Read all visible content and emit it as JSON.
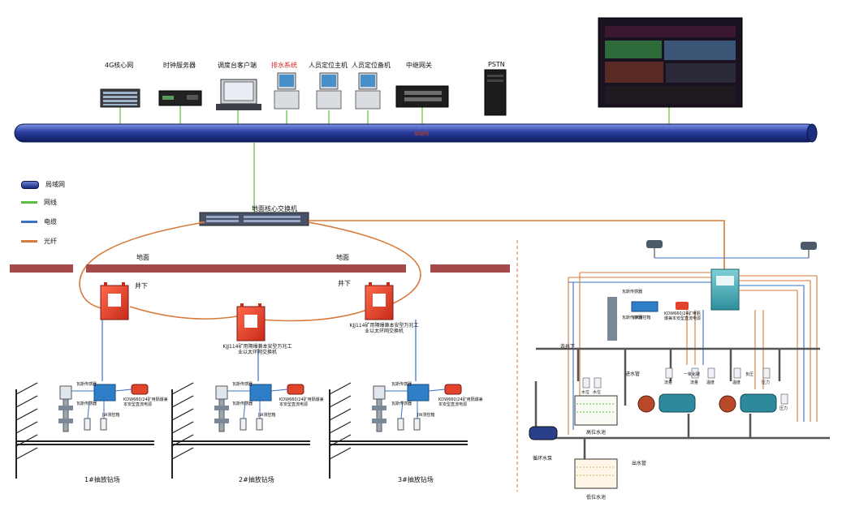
{
  "top_devices": [
    {
      "label": "4G核心网",
      "icon": "server-rack-icon"
    },
    {
      "label": "时钟服务器",
      "icon": "server-icon"
    },
    {
      "label": "调度台客户端",
      "icon": "laptop-icon"
    },
    {
      "label": "排水系统",
      "icon": "monitor-icon",
      "highlight": true
    },
    {
      "label": "人员定位主机",
      "icon": "monitor-icon"
    },
    {
      "label": "人员定位备机",
      "icon": "monitor-icon"
    },
    {
      "label": "中继网关",
      "icon": "switch-icon"
    },
    {
      "label": "PSTN",
      "icon": "tower-server-icon"
    }
  ],
  "bus_label": "局域网",
  "core_switch_label": "地面核心交换机",
  "legend": [
    {
      "label": "局域网",
      "kind": "lan",
      "color": "#2b3f9e"
    },
    {
      "label": "网线",
      "kind": "ethernet",
      "color": "#5cbf3f"
    },
    {
      "label": "电缆",
      "kind": "cable",
      "color": "#3a6fc2"
    },
    {
      "label": "光纤",
      "kind": "fiber",
      "color": "#d77a3a"
    }
  ],
  "ground_labels": [
    "地面",
    "地面"
  ],
  "underground_labels": [
    "井下",
    "井下"
  ],
  "underground_switch_label": "KJJ114矿用隔爆兼本安型万兆工业以太环网交换机",
  "site_small_labels": [
    "瓦斯传感器",
    "瓦斯传感器",
    "JW测控箱",
    "KDW660/24矿用隔爆兼本安型直流电源"
  ],
  "drill_sites": [
    "1#抽放钻场",
    "2#抽放钻场",
    "3#抽放钻场"
  ],
  "drainage": {
    "down_label": "去井下",
    "inlet_label": "进水管",
    "outlet_label": "出水管",
    "high_tank": "高位水池",
    "low_tank": "低位水池",
    "pump_label": "循环水泵",
    "box_labels": [
      "瓦斯传感器",
      "瓦斯传感器",
      "JW测控箱",
      "KDW660/24矿用隔爆兼本安型直流电源"
    ],
    "valve_labels": [
      "水位",
      "水位",
      "流量",
      "流量",
      "温度",
      "温度",
      "压力",
      "压力",
      "一氧化碳",
      "负压"
    ]
  },
  "colors": {
    "lan": "#2b3f9e",
    "ethernet": "#5cbf3f",
    "cable": "#3a6fc2",
    "fiber": "#d77a3a",
    "ground_bar": "#a44a4a",
    "ex_box": "#e2432b"
  }
}
